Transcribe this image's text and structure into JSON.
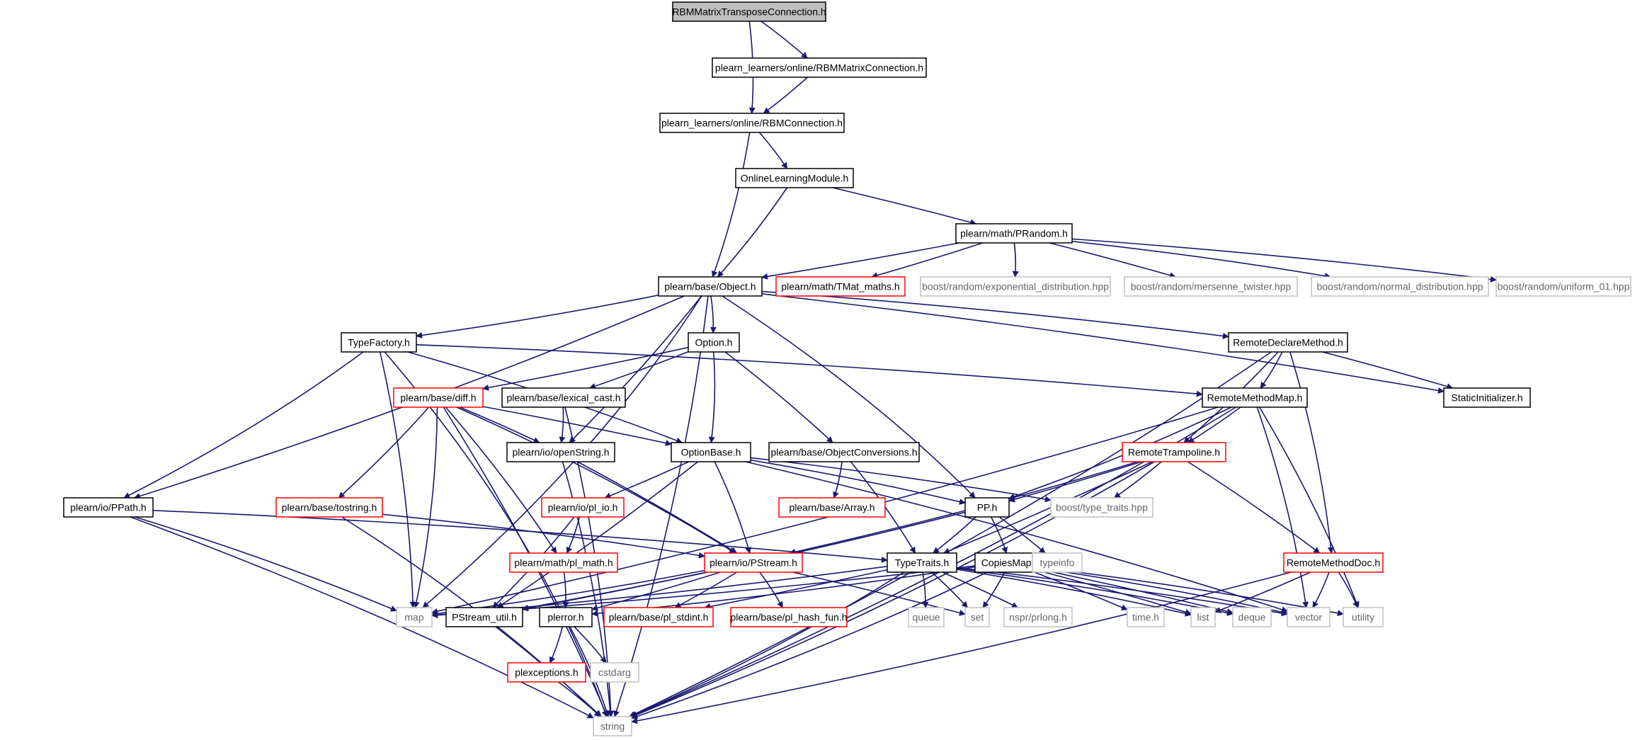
{
  "colors": {
    "edge": "#191970",
    "root_fill": "#bfbfbf",
    "normal_border": "#000000",
    "truncated_border": "#ff0000",
    "external_border": "#bfbfbf",
    "external_text": "#666666"
  },
  "nodes": [
    {
      "id": "root",
      "label": "RBMMatrixTransposeConnection.h",
      "kind": "root"
    },
    {
      "id": "rbmmatrixconn",
      "label": "plearn_learners/online/RBMMatrixConnection.h",
      "kind": "normal"
    },
    {
      "id": "rbmconn",
      "label": "plearn_learners/online/RBMConnection.h",
      "kind": "normal"
    },
    {
      "id": "onlinelearning",
      "label": "OnlineLearningModule.h",
      "kind": "normal"
    },
    {
      "id": "prandom",
      "label": "plearn/math/PRandom.h",
      "kind": "normal"
    },
    {
      "id": "object",
      "label": "plearn/base/Object.h",
      "kind": "normal"
    },
    {
      "id": "tmatmaths",
      "label": "plearn/math/TMat_maths.h",
      "kind": "truncated"
    },
    {
      "id": "expdist",
      "label": "boost/random/exponential_distribution.hpp",
      "kind": "external"
    },
    {
      "id": "mersenne",
      "label": "boost/random/mersenne_twister.hpp",
      "kind": "external"
    },
    {
      "id": "normaldist",
      "label": "boost/random/normal_distribution.hpp",
      "kind": "external"
    },
    {
      "id": "uniform01",
      "label": "boost/random/uniform_01.hpp",
      "kind": "external"
    },
    {
      "id": "typefactory",
      "label": "TypeFactory.h",
      "kind": "normal"
    },
    {
      "id": "option",
      "label": "Option.h",
      "kind": "normal"
    },
    {
      "id": "remotedeclare",
      "label": "RemoteDeclareMethod.h",
      "kind": "normal"
    },
    {
      "id": "staticinit",
      "label": "StaticInitializer.h",
      "kind": "normal"
    },
    {
      "id": "diff",
      "label": "plearn/base/diff.h",
      "kind": "truncated"
    },
    {
      "id": "lexicalcast",
      "label": "plearn/base/lexical_cast.h",
      "kind": "normal"
    },
    {
      "id": "remotemethodmap",
      "label": "RemoteMethodMap.h",
      "kind": "normal"
    },
    {
      "id": "openstring",
      "label": "plearn/io/openString.h",
      "kind": "normal"
    },
    {
      "id": "optionbase",
      "label": "OptionBase.h",
      "kind": "normal"
    },
    {
      "id": "objconv",
      "label": "plearn/base/ObjectConversions.h",
      "kind": "normal"
    },
    {
      "id": "remotetramp",
      "label": "RemoteTrampoline.h",
      "kind": "truncated"
    },
    {
      "id": "ppath",
      "label": "plearn/io/PPath.h",
      "kind": "normal"
    },
    {
      "id": "tostring",
      "label": "plearn/base/tostring.h",
      "kind": "truncated"
    },
    {
      "id": "plio",
      "label": "plearn/io/pl_io.h",
      "kind": "truncated"
    },
    {
      "id": "array",
      "label": "plearn/base/Array.h",
      "kind": "truncated"
    },
    {
      "id": "pp",
      "label": "PP.h",
      "kind": "normal"
    },
    {
      "id": "typetraitsboost",
      "label": "boost/type_traits.hpp",
      "kind": "external"
    },
    {
      "id": "plmath",
      "label": "plearn/math/pl_math.h",
      "kind": "truncated"
    },
    {
      "id": "pstream",
      "label": "plearn/io/PStream.h",
      "kind": "truncated"
    },
    {
      "id": "typetraits",
      "label": "TypeTraits.h",
      "kind": "normal"
    },
    {
      "id": "copiesmap",
      "label": "CopiesMap.h",
      "kind": "normal"
    },
    {
      "id": "typeinfo",
      "label": "typeinfo",
      "kind": "external"
    },
    {
      "id": "remotemethoddoc",
      "label": "RemoteMethodDoc.h",
      "kind": "truncated"
    },
    {
      "id": "map",
      "label": "map",
      "kind": "external"
    },
    {
      "id": "pstreamutil",
      "label": "PStream_util.h",
      "kind": "normal"
    },
    {
      "id": "plerror",
      "label": "plerror.h",
      "kind": "normal"
    },
    {
      "id": "plstdint",
      "label": "plearn/base/pl_stdint.h",
      "kind": "truncated"
    },
    {
      "id": "plhashfun",
      "label": "plearn/base/pl_hash_fun.h",
      "kind": "truncated"
    },
    {
      "id": "queue",
      "label": "queue",
      "kind": "external"
    },
    {
      "id": "set",
      "label": "set",
      "kind": "external"
    },
    {
      "id": "prlong",
      "label": "nspr/prlong.h",
      "kind": "external"
    },
    {
      "id": "timeh",
      "label": "time.h",
      "kind": "external"
    },
    {
      "id": "list",
      "label": "list",
      "kind": "external"
    },
    {
      "id": "deque",
      "label": "deque",
      "kind": "external"
    },
    {
      "id": "vector",
      "label": "vector",
      "kind": "external"
    },
    {
      "id": "utility",
      "label": "utility",
      "kind": "external"
    },
    {
      "id": "plexceptions",
      "label": "plexceptions.h",
      "kind": "truncated"
    },
    {
      "id": "cstdarg",
      "label": "cstdarg",
      "kind": "external"
    },
    {
      "id": "string",
      "label": "string",
      "kind": "external"
    }
  ],
  "edges": [
    [
      "root",
      "rbmmatrixconn"
    ],
    [
      "root",
      "rbmconn"
    ],
    [
      "rbmmatrixconn",
      "rbmconn"
    ],
    [
      "rbmconn",
      "onlinelearning"
    ],
    [
      "rbmconn",
      "object"
    ],
    [
      "onlinelearning",
      "object"
    ],
    [
      "onlinelearning",
      "prandom"
    ],
    [
      "prandom",
      "object"
    ],
    [
      "prandom",
      "tmatmaths"
    ],
    [
      "prandom",
      "expdist"
    ],
    [
      "prandom",
      "mersenne"
    ],
    [
      "prandom",
      "normaldist"
    ],
    [
      "prandom",
      "uniform01"
    ],
    [
      "object",
      "typefactory"
    ],
    [
      "object",
      "option"
    ],
    [
      "object",
      "remotedeclare"
    ],
    [
      "object",
      "staticinit"
    ],
    [
      "object",
      "ppath"
    ],
    [
      "object",
      "openstring"
    ],
    [
      "object",
      "pp"
    ],
    [
      "object",
      "map"
    ],
    [
      "object",
      "string"
    ],
    [
      "typefactory",
      "ppath"
    ],
    [
      "typefactory",
      "optionbase"
    ],
    [
      "typefactory",
      "remotemethodmap"
    ],
    [
      "typefactory",
      "map"
    ],
    [
      "typefactory",
      "string"
    ],
    [
      "option",
      "optionbase"
    ],
    [
      "option",
      "diff"
    ],
    [
      "option",
      "lexicalcast"
    ],
    [
      "option",
      "objconv"
    ],
    [
      "remotedeclare",
      "remotemethodmap"
    ],
    [
      "remotedeclare",
      "remotetramp"
    ],
    [
      "remotedeclare",
      "remotemethoddoc"
    ],
    [
      "remotedeclare",
      "staticinit"
    ],
    [
      "remotedeclare",
      "string"
    ],
    [
      "diff",
      "openstring"
    ],
    [
      "diff",
      "optionbase"
    ],
    [
      "diff",
      "tostring"
    ],
    [
      "diff",
      "plmath"
    ],
    [
      "diff",
      "pstream"
    ],
    [
      "diff",
      "map"
    ],
    [
      "diff",
      "string"
    ],
    [
      "lexicalcast",
      "openstring"
    ],
    [
      "lexicalcast",
      "string"
    ],
    [
      "remotemethodmap",
      "remotetramp"
    ],
    [
      "remotemethodmap",
      "pp"
    ],
    [
      "remotemethodmap",
      "map"
    ],
    [
      "remotemethodmap",
      "vector"
    ],
    [
      "remotemethodmap",
      "utility"
    ],
    [
      "remotemethodmap",
      "string"
    ],
    [
      "openstring",
      "pstream"
    ],
    [
      "openstring",
      "string"
    ],
    [
      "optionbase",
      "plio"
    ],
    [
      "optionbase",
      "pstream"
    ],
    [
      "optionbase",
      "pp"
    ],
    [
      "optionbase",
      "typetraitsboost"
    ],
    [
      "optionbase",
      "pstreamutil"
    ],
    [
      "optionbase",
      "vector"
    ],
    [
      "objconv",
      "array"
    ],
    [
      "objconv",
      "typetraits"
    ],
    [
      "remotetramp",
      "pp"
    ],
    [
      "remotetramp",
      "typetraitsboost"
    ],
    [
      "remotetramp",
      "pstream"
    ],
    [
      "remotetramp",
      "typetraits"
    ],
    [
      "remotetramp",
      "remotemethoddoc"
    ],
    [
      "remotetramp",
      "string"
    ],
    [
      "ppath",
      "typetraits"
    ],
    [
      "ppath",
      "map"
    ],
    [
      "ppath",
      "string"
    ],
    [
      "tostring",
      "pstream"
    ],
    [
      "tostring",
      "string"
    ],
    [
      "plio",
      "plmath"
    ],
    [
      "plio",
      "pstreamutil"
    ],
    [
      "pp",
      "typetraits"
    ],
    [
      "pp",
      "copiesmap"
    ],
    [
      "pp",
      "typeinfo"
    ],
    [
      "pp",
      "pstreamutil"
    ],
    [
      "plmath",
      "plerror"
    ],
    [
      "pstream",
      "map"
    ],
    [
      "pstream",
      "pstreamutil"
    ],
    [
      "pstream",
      "plerror"
    ],
    [
      "pstream",
      "plstdint"
    ],
    [
      "pstream",
      "plhashfun"
    ],
    [
      "pstream",
      "set"
    ],
    [
      "typetraits",
      "map"
    ],
    [
      "typetraits",
      "plstdint"
    ],
    [
      "typetraits",
      "queue"
    ],
    [
      "typetraits",
      "set"
    ],
    [
      "typetraits",
      "prlong"
    ],
    [
      "typetraits",
      "list"
    ],
    [
      "typetraits",
      "deque"
    ],
    [
      "typetraits",
      "vector"
    ],
    [
      "typetraits",
      "string"
    ],
    [
      "copiesmap",
      "map"
    ],
    [
      "copiesmap",
      "plerror"
    ],
    [
      "copiesmap",
      "set"
    ],
    [
      "copiesmap",
      "timeh"
    ],
    [
      "copiesmap",
      "list"
    ],
    [
      "copiesmap",
      "deque"
    ],
    [
      "copiesmap",
      "vector"
    ],
    [
      "copiesmap",
      "utility"
    ],
    [
      "copiesmap",
      "string"
    ],
    [
      "remotemethoddoc",
      "list"
    ],
    [
      "remotemethoddoc",
      "vector"
    ],
    [
      "remotemethoddoc",
      "utility"
    ],
    [
      "remotemethoddoc",
      "string"
    ],
    [
      "pstreamutil",
      "string"
    ],
    [
      "plerror",
      "plexceptions"
    ],
    [
      "plerror",
      "cstdarg"
    ],
    [
      "plerror",
      "string"
    ],
    [
      "plexceptions",
      "string"
    ]
  ]
}
